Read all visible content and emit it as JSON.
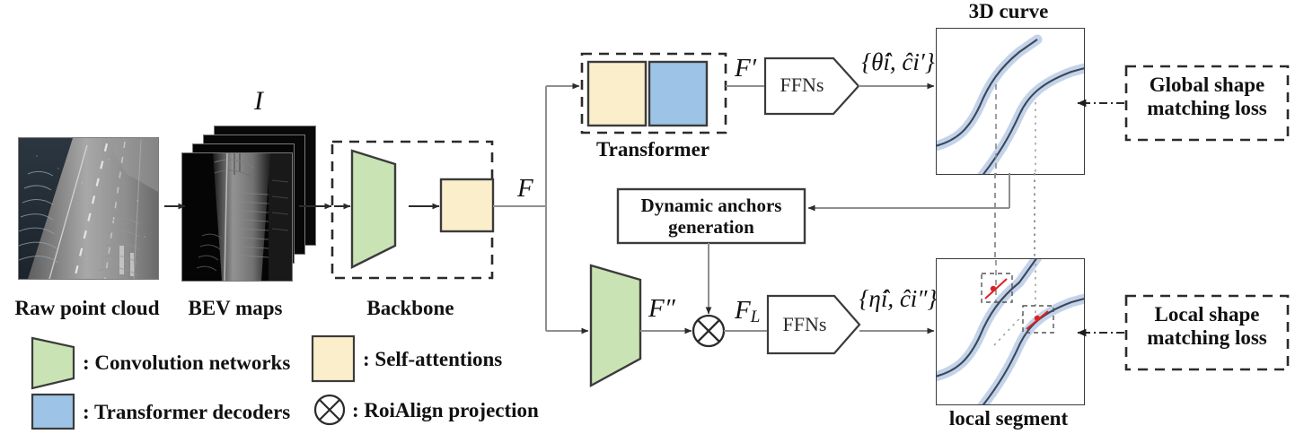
{
  "diagram": {
    "title_3d_curve": "3D curve",
    "title_local_segment": "local segment",
    "stage_labels": {
      "raw_point_cloud": "Raw point cloud",
      "bev_maps": "BEV maps",
      "backbone": "Backbone",
      "transformer": "Transformer"
    },
    "blocks": {
      "dynamic_anchors": "Dynamic anchors\ngeneration",
      "dynamic_anchors_line1": "Dynamic anchors",
      "dynamic_anchors_line2": "generation",
      "ffn_top": "FFNs",
      "ffn_bottom": "FFNs",
      "global_loss_line1": "Global shape",
      "global_loss_line2": "matching loss",
      "local_loss_line1": "Local shape",
      "local_loss_line2": "matching loss"
    },
    "math": {
      "bev_symbol": "I",
      "feature_F": "F",
      "feature_F_prime": "F′",
      "feature_F_double_prime": "F″",
      "feature_FL_base": "F",
      "feature_FL_sub": "L",
      "out_top": "{θ̂i,  ĉi′}",
      "out_bottom": "{η̂i,  ĉi″}",
      "roialign_symbol": "⊗"
    },
    "legend": [
      {
        "shape": "trapezoid",
        "color": "#c9e3b5",
        "text": ": Convolution networks"
      },
      {
        "shape": "square",
        "color": "#9dc3e6",
        "text": ": Transformer decoders"
      },
      {
        "shape": "square",
        "color": "#fbeecb",
        "text": ": Self-attentions"
      },
      {
        "shape": "circle-x",
        "color": "#ffffff",
        "text": ": RoiAlign projection"
      }
    ],
    "colors": {
      "convolution": "#c9e3b5",
      "self_attention": "#fbeecb",
      "transformer_decoder": "#9dc3e6",
      "stroke": "#3b3b3b",
      "light_stroke": "#8f8f8f",
      "curve": "#3c4758",
      "curve_band": "#c3d3ea",
      "anchor_point": "#e02020"
    }
  },
  "chart_data": {
    "type": "line",
    "title": "3D curve",
    "series": [
      {
        "name": "lane-curve-left",
        "comment": "S-shaped 3D lane curve with uncertainty band"
      },
      {
        "name": "lane-curve-right",
        "comment": "S-shaped 3D lane curve with uncertainty band"
      }
    ],
    "grid": false,
    "legend": "none"
  }
}
